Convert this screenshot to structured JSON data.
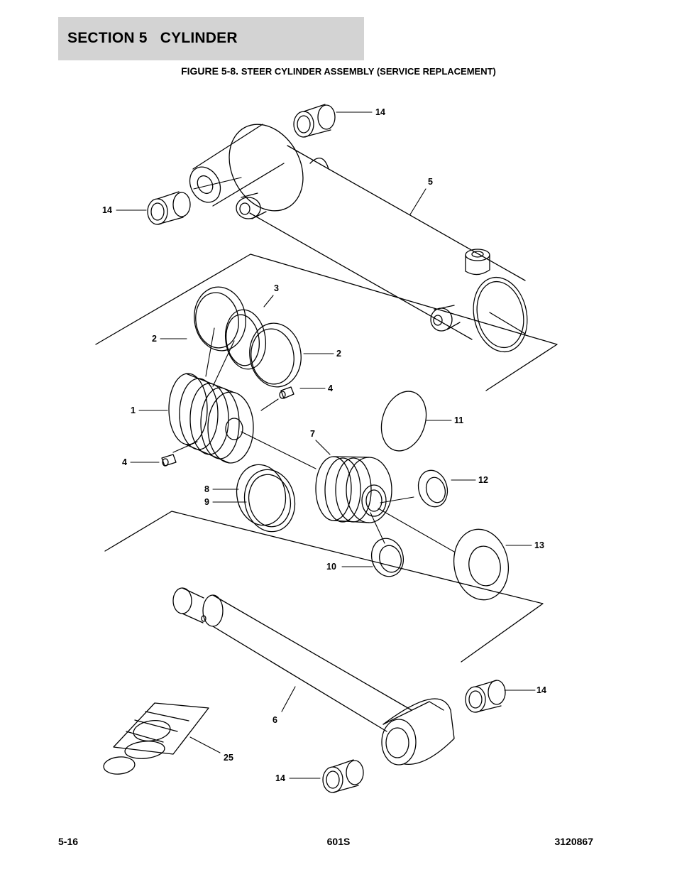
{
  "header": {
    "section_title": "SECTION 5   CYLINDER"
  },
  "figure": {
    "number": "FIGURE 5-8.",
    "title": "STEER CYLINDER ASSEMBLY (SERVICE REPLACEMENT)"
  },
  "callouts": [
    {
      "id": "14a",
      "label": "14"
    },
    {
      "id": "5",
      "label": "5"
    },
    {
      "id": "14b",
      "label": "14"
    },
    {
      "id": "3",
      "label": "3"
    },
    {
      "id": "2a",
      "label": "2"
    },
    {
      "id": "2b",
      "label": "2"
    },
    {
      "id": "4a",
      "label": "4"
    },
    {
      "id": "1",
      "label": "1"
    },
    {
      "id": "11",
      "label": "11"
    },
    {
      "id": "7",
      "label": "7"
    },
    {
      "id": "4b",
      "label": "4"
    },
    {
      "id": "12",
      "label": "12"
    },
    {
      "id": "8",
      "label": "8"
    },
    {
      "id": "9",
      "label": "9"
    },
    {
      "id": "13",
      "label": "13"
    },
    {
      "id": "10",
      "label": "10"
    },
    {
      "id": "14c",
      "label": "14"
    },
    {
      "id": "6",
      "label": "6"
    },
    {
      "id": "25",
      "label": "25"
    },
    {
      "id": "14d",
      "label": "14"
    }
  ],
  "footer": {
    "page_number": "5-16",
    "model": "601S",
    "doc_number": "3120867"
  }
}
